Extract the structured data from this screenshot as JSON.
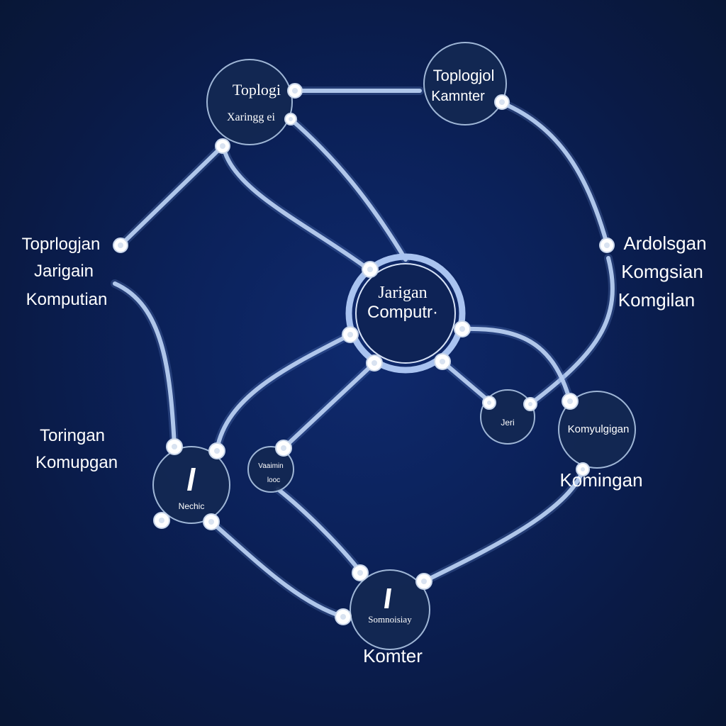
{
  "labels": {
    "top_left_node_line1": "Toplogi",
    "top_left_node_line2": "Xaringg ei",
    "top_right_node_line1": "Toplogjol",
    "top_right_node_line2": "Kamnter",
    "left_line1": "Toprlogjan",
    "left_line2": "Jarigain",
    "left_line3": "Komputian",
    "right_line1": "Ardolsgan",
    "right_line2": "Komgsian",
    "right_line3": "Komgilan",
    "hub_line1": "Jarigan",
    "hub_line2": "Computr·",
    "lower_left_line1": "Toringan",
    "lower_left_line2": "Komupgan",
    "node_small_center": "Jeri",
    "node_right_circle": "Komyulgigan",
    "node_right_below": "Komingan",
    "node_lower_left": "Nechic",
    "node_small_lower_line1": "Vaaimin",
    "node_small_lower_line2": "looc",
    "node_bottom": "Somnoisiay",
    "node_bottom_below": "Komter"
  },
  "colors": {
    "background": "#0b2159",
    "link": "#b7cdf0",
    "node_fill": "#13284f",
    "text": "#ffffff"
  }
}
